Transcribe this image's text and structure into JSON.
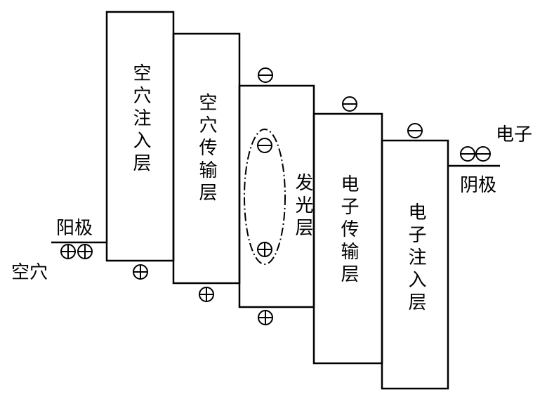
{
  "layers": [
    {
      "label": "空穴注入层"
    },
    {
      "label": "空穴传输层"
    },
    {
      "label": "发光层"
    },
    {
      "label": "电子传输层"
    },
    {
      "label": "电子注入层"
    }
  ],
  "anode": {
    "label": "阳极",
    "carrier_label": "空穴"
  },
  "cathode": {
    "label": "阴极",
    "carrier_label": "电子"
  },
  "symbols": {
    "hole": "⊕",
    "electron": "⊖"
  },
  "colors": {
    "stroke": "#000000",
    "background": "#ffffff"
  }
}
